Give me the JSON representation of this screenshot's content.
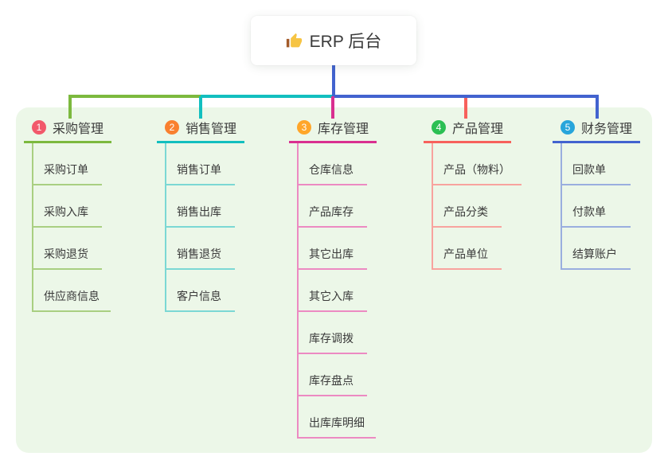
{
  "root": {
    "icon_name": "thumbs-up",
    "title": "ERP 后台"
  },
  "canvas": {
    "bg": "#ECF7E8"
  },
  "connector": {
    "root_color": "#4263CF"
  },
  "branches": [
    {
      "badge": "1",
      "label": "采购管理",
      "badge_color": "#F2596B",
      "line_color": "#7CB93E",
      "sub_color": "#A9CF81",
      "items": [
        "采购订单",
        "采购入库",
        "采购退货",
        "供应商信息"
      ]
    },
    {
      "badge": "2",
      "label": "销售管理",
      "badge_color": "#F9802F",
      "line_color": "#12BFBF",
      "sub_color": "#7BD8D4",
      "items": [
        "销售订单",
        "销售出库",
        "销售退货",
        "客户信息"
      ]
    },
    {
      "badge": "3",
      "label": "库存管理",
      "badge_color": "#FFA629",
      "line_color": "#D93090",
      "sub_color": "#EC8AC2",
      "items": [
        "仓库信息",
        "产品库存",
        "其它出库",
        "其它入库",
        "库存调拨",
        "库存盘点",
        "出库库明细"
      ]
    },
    {
      "badge": "4",
      "label": "产品管理",
      "badge_color": "#2BBF53",
      "line_color": "#F7615C",
      "sub_color": "#F8A39E",
      "items": [
        "产品（物料）",
        "产品分类",
        "产品单位"
      ]
    },
    {
      "badge": "5",
      "label": "财务管理",
      "badge_color": "#27A5DB",
      "line_color": "#4263CF",
      "sub_color": "#9AAEDF",
      "items": [
        "回款单",
        "付款单",
        "结算账户"
      ]
    }
  ]
}
